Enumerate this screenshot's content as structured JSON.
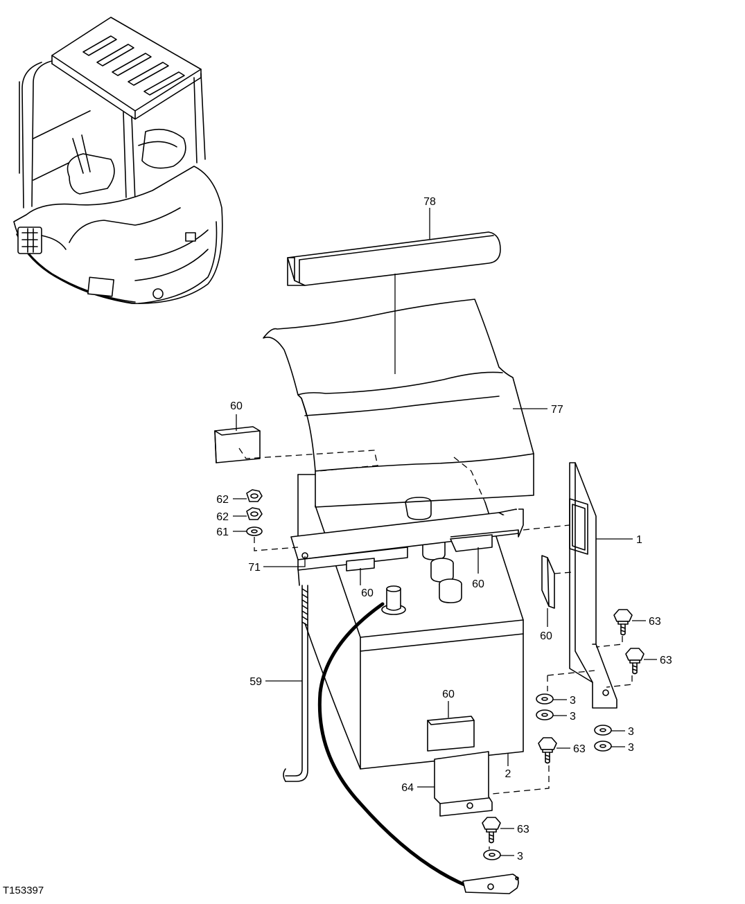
{
  "figure_id": "T153397",
  "callouts": {
    "c78": "78",
    "c77": "77",
    "c60a": "60",
    "c62a": "62",
    "c62b": "62",
    "c61": "61",
    "c71": "71",
    "c60b": "60",
    "c60c": "60",
    "c1": "1",
    "c60d": "60",
    "c63a": "63",
    "c63b": "63",
    "c59": "59",
    "c3a": "3",
    "c3b": "3",
    "c60e": "60",
    "c3c": "3",
    "c3d": "3",
    "c63c": "63",
    "c2": "2",
    "c64": "64",
    "c63d": "63",
    "c3e": "3"
  }
}
